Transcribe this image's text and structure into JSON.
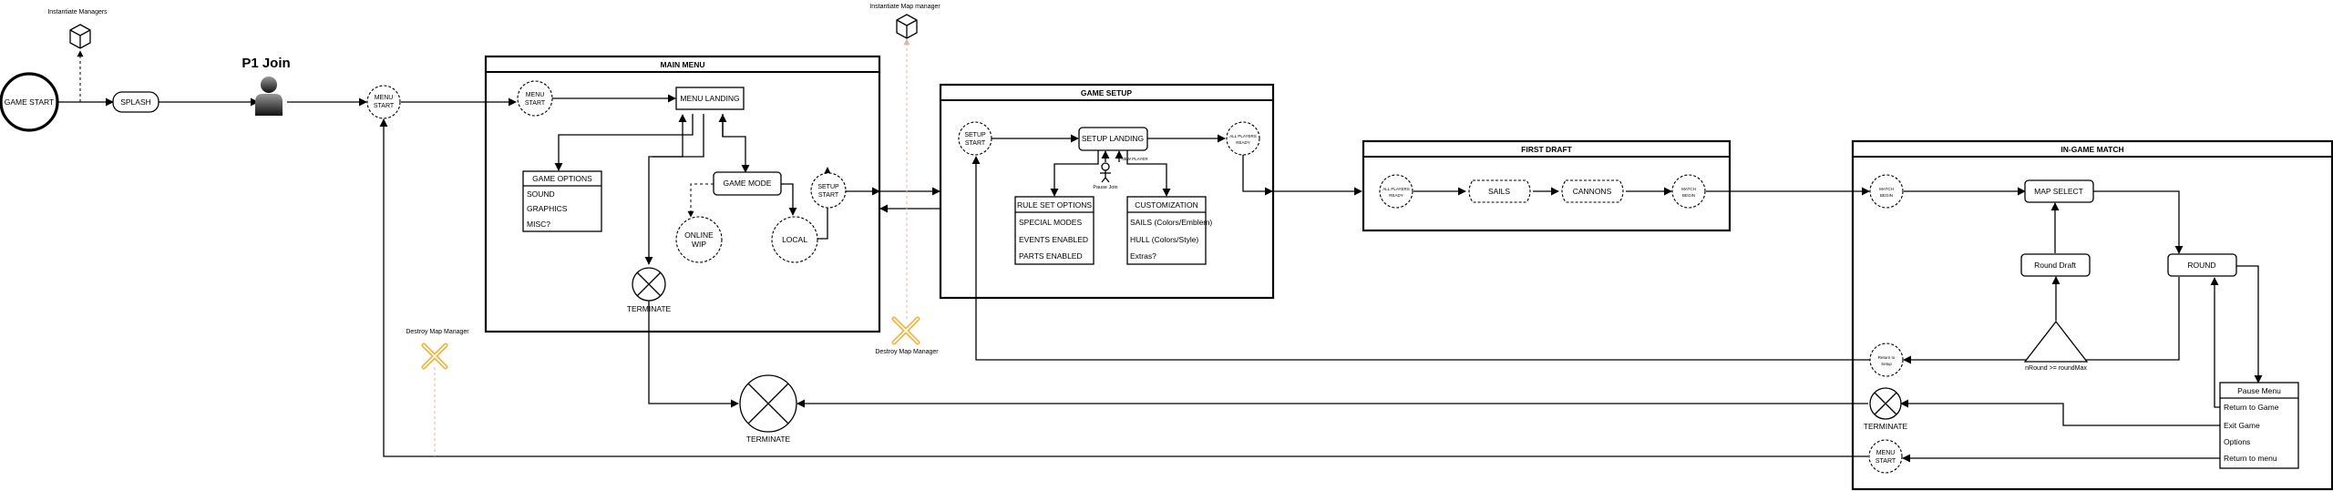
{
  "labels": {
    "instantiate_managers": "Instantiate Managers",
    "instantiate_map_manager": "Instantiate Map manager",
    "game_start": "GAME START",
    "splash": "SPLASH",
    "p1_join": "P1 Join",
    "menu_start": "MENU START",
    "destroy_map_manager_left": "Destroy Map Manager",
    "destroy_map_manager_mid": "Destroy Map Manager",
    "terminate_main": "TERMINATE",
    "terminate_small": "TERMINATE",
    "terminate_match": "TERMINATE",
    "pause_join": "Pause Join",
    "new_player": "NEW PLAYER",
    "round_condition": "nRound >= roundMax",
    "return_to_setup": "Return to Setup"
  },
  "main_menu": {
    "title": "MAIN MENU",
    "menu_start": "MENU START",
    "menu_landing": "MENU LANDING",
    "game_options_title": "GAME OPTIONS",
    "game_options_items": [
      "SOUND",
      "GRAPHICS",
      "MISC?"
    ],
    "game_mode": "GAME MODE",
    "online": "ONLINE WIP",
    "local": "LOCAL",
    "setup_start": "SETUP START"
  },
  "game_setup": {
    "title": "GAME SETUP",
    "setup_start": "SETUP START",
    "setup_landing": "SETUP LANDING",
    "all_players_ready": "ALL PLAYERS READY",
    "rule_set_title": "RULE SET OPTIONS",
    "rule_set_items": [
      "SPECIAL MODES",
      "EVENTS ENABLED",
      "PARTS ENABLED"
    ],
    "customization_title": "CUSTOMIZATION",
    "customization_items": [
      "SAILS (Colors/Emblem)",
      "HULL (Colors/Style)",
      "Extras?"
    ]
  },
  "first_draft": {
    "title": "FIRST DRAFT",
    "all_players_ready": "ALL PLAYERS READY",
    "sails": "SAILS",
    "cannons": "CANNONS",
    "match_begin": "MATCH BEGIN"
  },
  "in_game_match": {
    "title": "IN-GAME MATCH",
    "match_begin": "MATCH BEGIN",
    "map_select": "MAP SELECT",
    "round_draft": "Round Draft",
    "round": "ROUND",
    "pause_menu_title": "Pause Menu",
    "pause_menu_items": [
      "Return to Game",
      "Exit Game",
      "Options",
      "Return to menu"
    ],
    "menu_start": "MENU START"
  },
  "colors": {
    "stroke": "#000000",
    "destroy_marker": "#f0b43c",
    "faded_line": "#e8b0a8",
    "avatar_top": "#999999",
    "avatar_bottom": "#111111"
  },
  "icons": [
    "cube-icon",
    "person-icon",
    "destroy-x-icon",
    "terminate-icon"
  ]
}
